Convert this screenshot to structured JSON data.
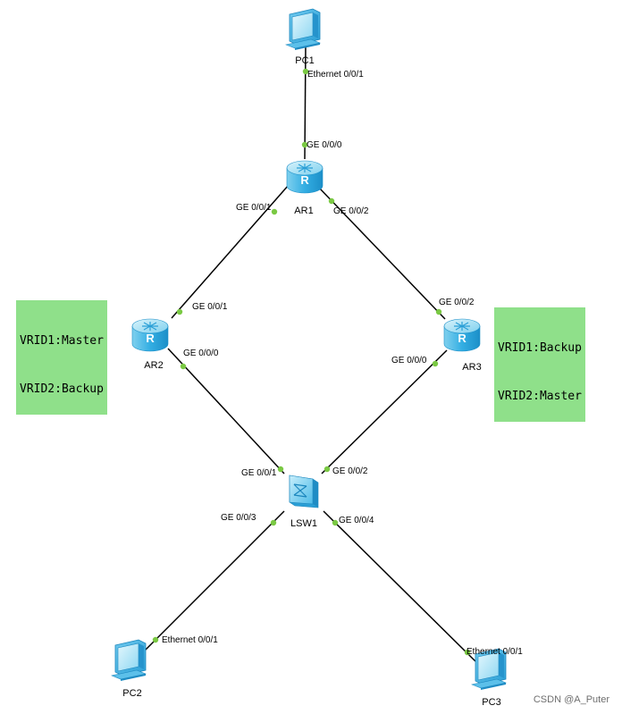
{
  "devices": {
    "pc1": "PC1",
    "pc2": "PC2",
    "pc3": "PC3",
    "ar1": "AR1",
    "ar2": "AR2",
    "ar3": "AR3",
    "lsw1": "LSW1"
  },
  "ports": {
    "pc1_eth": "Ethernet 0/0/1",
    "ar1_g0": "GE 0/0/0",
    "ar1_g1": "GE 0/0/1",
    "ar1_g2": "GE 0/0/2",
    "ar2_g1": "GE 0/0/1",
    "ar2_g0": "GE 0/0/0",
    "ar3_g2": "GE 0/0/2",
    "ar3_g0": "GE 0/0/0",
    "lsw1_g1": "GE 0/0/1",
    "lsw1_g2": "GE 0/0/2",
    "lsw1_g3": "GE 0/0/3",
    "lsw1_g4": "GE 0/0/4",
    "pc2_eth": "Ethernet 0/0/1",
    "pc3_eth": "Ethernet 0/0/1"
  },
  "vrrp": {
    "ar2": [
      "VRID1:Master",
      "VRID2:Backup"
    ],
    "ar3": [
      "VRID1:Backup",
      "VRID2:Master"
    ]
  },
  "colors": {
    "link": "#000000",
    "port_dot": "#7ac943",
    "vrrp_bg": "#8fe08a",
    "device_blue": "#3cb4e6"
  },
  "icons": {
    "pc": "desktop-pc-icon",
    "router": "router-icon",
    "switch": "switch-icon"
  },
  "watermark": "CSDN @A_Puter"
}
